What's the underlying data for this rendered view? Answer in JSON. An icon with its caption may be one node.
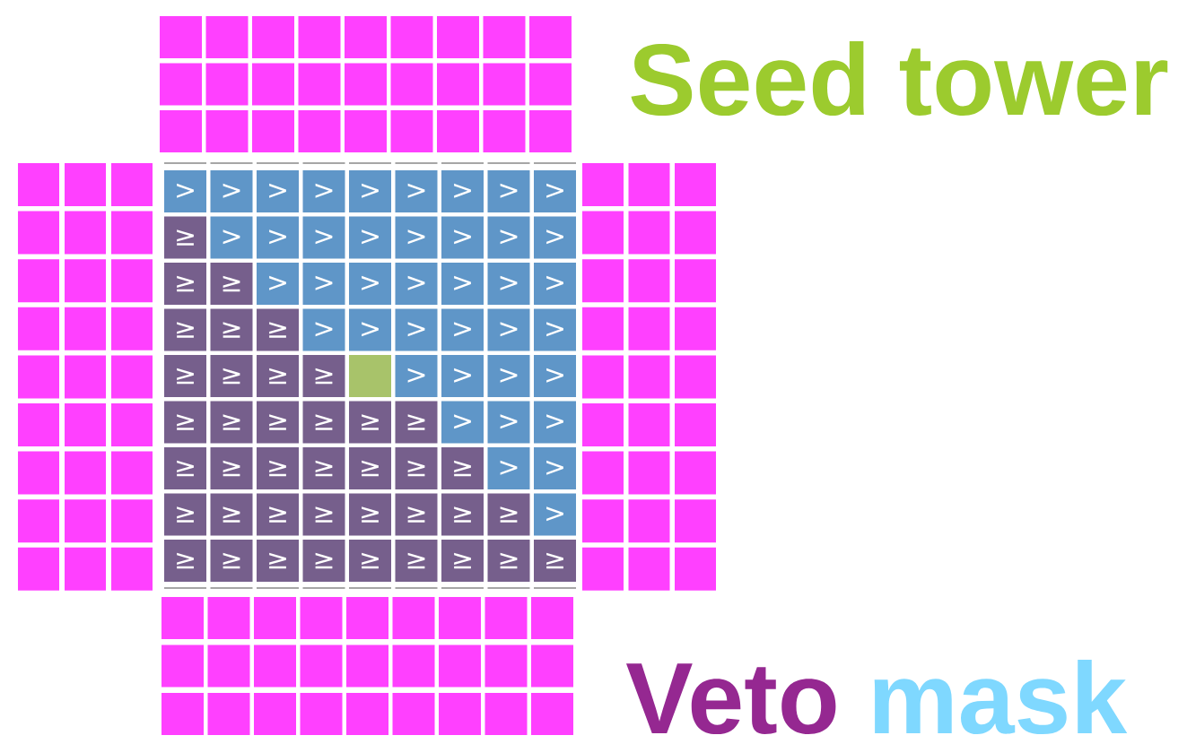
{
  "diagram": {
    "nodes": [
      {
        "text": [],
        "shape": "box"
      },
      {
        "text": [],
        "shape": "box"
      },
      {
        "text": [],
        "shape": "box"
      },
      {
        "text": [],
        "shape": "box"
      },
      {
        "text": [],
        "shape": "box"
      },
      {
        "text": [],
        "shape": "box"
      },
      {
        "text": [],
        "shape": "box"
      },
      {
        "text": [],
        "shape": "box"
      },
      {
        "text": [],
        "shape": "box"
      },
      {
        "text": [],
        "shape": "box"
      },
      {
        "text": [],
        "shape": "box"
      },
      {
        "text": [],
        "shape": "box"
      },
      {
        "text": [],
        "shape": "box"
      },
      {
        "text": [],
        "shape": "box"
      },
      {
        "text": [],
        "shape": "box"
      },
      {
        "text": [],
        "shape": "box"
      },
      {
        "text": [],
        "shape": "box"
      },
      {
        "text": [],
        "shape": "box"
      },
      {
        "text": [],
        "shape": "box"
      },
      {
        "text": [],
        "shape": "box"
      },
      {
        "text": [],
        "shape": "box"
      },
      {
        "text": [],
        "shape": "box"
      },
      {
        "text": [],
        "shape": "box"
      },
      {
        "text": [],
        "shape": "box"
      },
      {
        "text": [],
        "shape": "box"
      },
      {
        "text": [],
        "shape": "box"
      },
      {
        "text": [],
        "shape": "box"
      },
      {
        "text": [],
        "shape": "box"
      },
      {
        "text": [],
        "shape": "box"
      },
      {
        "text": [],
        "shape": "box"
      },
      {
        "text": [
          ">"
        ]
      },
      {
        "text": [
          ">"
        ]
      },
      {
        "text": [
          ">"
        ]
      },
      {
        "text": [
          ">"
        ]
      },
      {
        "text": [
          ">"
        ]
      },
      {
        "text": [
          ">"
        ]
      },
      {
        "text": [
          ">"
        ]
      },
      {
        "text": [
          ">"
        ]
      },
      {
        "text": [
          ">"
        ]
      },
      {
        "text": [],
        "shape": "box"
      },
      {
        "text": [],
        "shape": "box"
      },
      {
        "text": [],
        "shape": "box"
      },
      {
        "text": [],
        "shape": "box"
      },
      {
        "text": [],
        "shape": "box"
      },
      {
        "text": [],
        "shape": "box"
      },
      {
        "text": [
          "≥"
        ]
      },
      {
        "text": [
          ">"
        ]
      },
      {
        "text": [
          ">"
        ]
      },
      {
        "text": [
          ">"
        ]
      },
      {
        "text": [
          ">"
        ]
      },
      {
        "text": [
          ">"
        ]
      },
      {
        "text": [
          ">"
        ]
      },
      {
        "text": [
          ">"
        ]
      },
      {
        "text": [
          ">"
        ]
      },
      {
        "text": [],
        "shape": "box"
      },
      {
        "text": [],
        "shape": "box"
      },
      {
        "text": [],
        "shape": "box"
      },
      {
        "text": [],
        "shape": "box"
      },
      {
        "text": [],
        "shape": "box"
      },
      {
        "text": [],
        "shape": "box"
      },
      {
        "text": [
          "≥"
        ]
      },
      {
        "text": [
          "≥"
        ]
      },
      {
        "text": [
          ">"
        ]
      },
      {
        "text": [
          ">"
        ]
      },
      {
        "text": [
          ">"
        ]
      },
      {
        "text": [
          ">"
        ]
      },
      {
        "text": [
          ">"
        ]
      },
      {
        "text": [
          ">"
        ]
      },
      {
        "text": [
          ">"
        ]
      },
      {
        "text": [],
        "shape": "box"
      },
      {
        "text": [],
        "shape": "box"
      },
      {
        "text": [],
        "shape": "box"
      },
      {
        "text": [],
        "shape": "box"
      },
      {
        "text": [],
        "shape": "box"
      },
      {
        "text": [],
        "shape": "box"
      },
      {
        "text": [
          "≥"
        ]
      },
      {
        "text": [
          "≥"
        ]
      },
      {
        "text": [
          "≥"
        ]
      },
      {
        "text": [
          ">"
        ]
      },
      {
        "text": [
          ">"
        ]
      },
      {
        "text": [
          ">"
        ]
      },
      {
        "text": [
          ">"
        ]
      },
      {
        "text": [
          ">"
        ]
      },
      {
        "text": [
          ">"
        ]
      },
      {
        "text": [],
        "shape": "box"
      },
      {
        "text": [],
        "shape": "box"
      },
      {
        "text": [],
        "shape": "box"
      },
      {
        "text": [],
        "shape": "box"
      },
      {
        "text": [],
        "shape": "box"
      },
      {
        "text": [],
        "shape": "box"
      },
      {
        "text": [
          "≥"
        ]
      },
      {
        "text": [
          "≥"
        ]
      },
      {
        "text": [
          "≥"
        ]
      },
      {
        "text": [
          "≥"
        ]
      },
      {
        "text": [],
        "shape": "box"
      },
      {
        "text": [
          ">"
        ]
      },
      {
        "text": [
          ">"
        ]
      },
      {
        "text": [
          ">"
        ]
      },
      {
        "text": [
          ">"
        ]
      },
      {
        "text": [],
        "shape": "box"
      },
      {
        "text": [],
        "shape": "box"
      },
      {
        "text": [],
        "shape": "box"
      },
      {
        "text": [],
        "shape": "box"
      },
      {
        "text": [],
        "shape": "box"
      },
      {
        "text": [],
        "shape": "box"
      },
      {
        "text": [
          "≥"
        ]
      },
      {
        "text": [
          "≥"
        ]
      },
      {
        "text": [
          "≥"
        ]
      },
      {
        "text": [
          "≥"
        ]
      },
      {
        "text": [
          "≥"
        ]
      },
      {
        "text": [
          "≥"
        ]
      },
      {
        "text": [
          ">"
        ]
      },
      {
        "text": [
          ">"
        ]
      },
      {
        "text": [
          ">"
        ]
      },
      {
        "text": [],
        "shape": "box"
      },
      {
        "text": [],
        "shape": "box"
      },
      {
        "text": [],
        "shape": "box"
      },
      {
        "text": [],
        "shape": "box"
      },
      {
        "text": [],
        "shape": "box"
      },
      {
        "text": [],
        "shape": "box"
      },
      {
        "text": [
          "≥"
        ]
      },
      {
        "text": [
          "≥"
        ]
      },
      {
        "text": [
          "≥"
        ]
      },
      {
        "text": [
          "≥"
        ]
      },
      {
        "text": [
          "≥"
        ]
      },
      {
        "text": [
          "≥"
        ]
      },
      {
        "text": [
          "≥"
        ]
      },
      {
        "text": [
          ">"
        ]
      },
      {
        "text": [
          ">"
        ]
      },
      {
        "text": [],
        "shape": "box"
      },
      {
        "text": [],
        "shape": "box"
      },
      {
        "text": [],
        "shape": "box"
      },
      {
        "text": [],
        "shape": "box"
      },
      {
        "text": [],
        "shape": "box"
      },
      {
        "text": [],
        "shape": "box"
      },
      {
        "text": [
          "≥"
        ]
      },
      {
        "text": [
          "≥"
        ]
      },
      {
        "text": [
          "≥"
        ]
      },
      {
        "text": [
          "≥"
        ]
      },
      {
        "text": [
          "≥"
        ]
      },
      {
        "text": [
          "≥"
        ]
      },
      {
        "text": [
          "≥"
        ]
      },
      {
        "text": [
          "≥"
        ]
      },
      {
        "text": [
          ">"
        ]
      },
      {
        "text": [],
        "shape": "box"
      },
      {
        "text": [],
        "shape": "box"
      },
      {
        "text": [],
        "shape": "box"
      },
      {
        "text": [],
        "shape": "box"
      },
      {
        "text": [],
        "shape": "box"
      },
      {
        "text": [],
        "shape": "box"
      },
      {
        "text": [
          "≥"
        ]
      },
      {
        "text": [
          "≥"
        ]
      },
      {
        "text": [
          "≥"
        ]
      },
      {
        "text": [
          "≥"
        ]
      },
      {
        "text": [
          "≥"
        ]
      },
      {
        "text": [
          "≥"
        ]
      },
      {
        "text": [
          "≥"
        ]
      },
      {
        "text": [
          "≥"
        ]
      },
      {
        "text": [
          "≥"
        ]
      },
      {
        "text": [],
        "shape": "box"
      },
      {
        "text": [],
        "shape": "box"
      },
      {
        "text": [],
        "shape": "box"
      },
      {
        "text": [],
        "shape": "box"
      },
      {
        "text": [],
        "shape": "box"
      },
      {
        "text": [],
        "shape": "box"
      },
      {
        "text": [],
        "shape": "box"
      },
      {
        "text": [],
        "shape": "box"
      },
      {
        "text": [],
        "shape": "box"
      },
      {
        "text": [],
        "shape": "box"
      },
      {
        "text": [],
        "shape": "box"
      },
      {
        "text": [],
        "shape": "box"
      },
      {
        "text": [],
        "shape": "box"
      },
      {
        "text": [],
        "shape": "box"
      },
      {
        "text": [],
        "shape": "box"
      },
      {
        "text": [],
        "shape": "box"
      },
      {
        "text": [],
        "shape": "box"
      },
      {
        "text": [],
        "shape": "box"
      },
      {
        "text": [],
        "shape": "box"
      },
      {
        "text": [],
        "shape": "box"
      },
      {
        "text": [],
        "shape": "box"
      },
      {
        "text": [],
        "shape": "box"
      },
      {
        "text": [],
        "shape": "box"
      },
      {
        "text": [],
        "shape": "box"
      },
      {
        "text": [],
        "shape": "box"
      },
      {
        "text": [],
        "shape": "box"
      },
      {
        "text": [],
        "shape": "box"
      },
      {
        "text": [],
        "shape": "box"
      },
      {
        "text": [],
        "shape": "box"
      },
      {
        "text": [],
        "shape": "box"
      }
    ],
    "labels": [
      "Seed tower",
      "Veto",
      "mask"
    ]
  }
}
